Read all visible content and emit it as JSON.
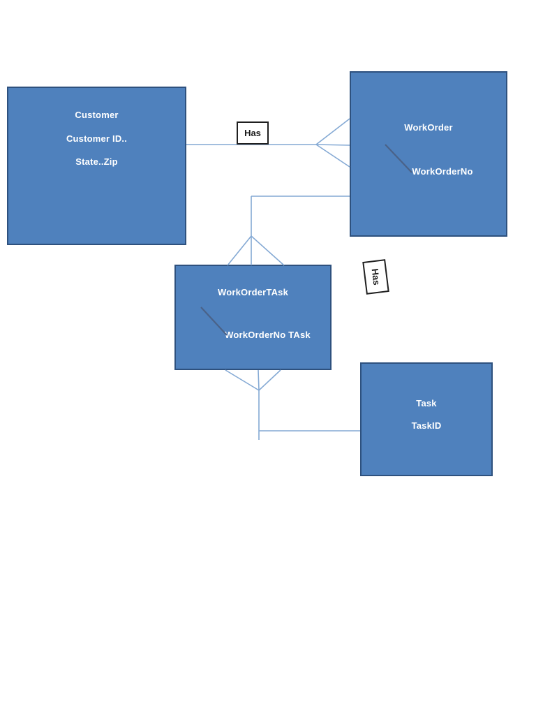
{
  "diagram": {
    "entities": [
      {
        "name": "Customer",
        "fields": [
          "Customer ID..",
          "State..Zip"
        ]
      },
      {
        "name": "WorkOrder",
        "fields": [
          "WorkOrderNo"
        ]
      },
      {
        "name": "WorkOrderTAsk",
        "fields": [
          "WorkOrderNo TAsk"
        ]
      },
      {
        "name": "Task",
        "fields": [
          "TaskID"
        ]
      }
    ],
    "relationship_labels": [
      {
        "label": "Has"
      },
      {
        "label": "Has"
      }
    ],
    "colors": {
      "page_background": "#ffffff",
      "entity_fill": "#4f81bd",
      "entity_border": "#2e517e",
      "entity_text": "#ffffff",
      "connector": "#84a9d4",
      "attribute_pointer": "#4a6288",
      "label_border": "#1f1f1f",
      "label_text": "#1a1a1a"
    }
  }
}
